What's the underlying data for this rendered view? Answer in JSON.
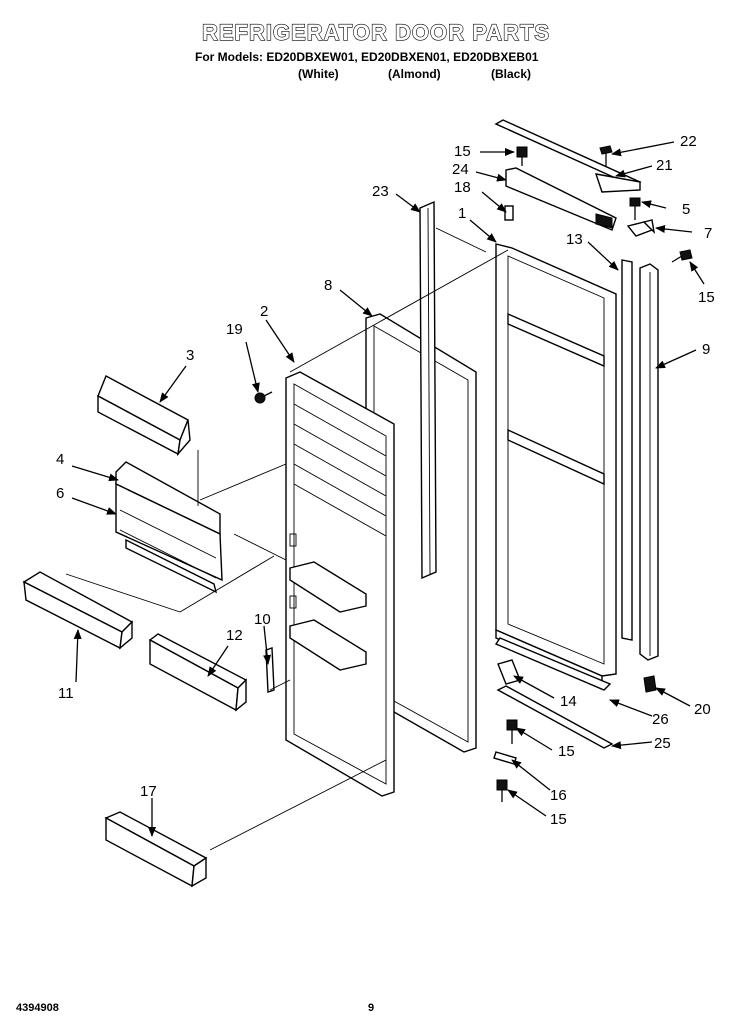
{
  "header": {
    "title": "REFRIGERATOR DOOR PARTS",
    "models_line": "For Models: ED20DBXEW01, ED20DBXEN01, ED20DBXEB01",
    "colors": [
      "(White)",
      "(Almond)",
      "(Black)"
    ]
  },
  "footer": {
    "doc_number": "4394908",
    "page_number": "9"
  },
  "callouts": {
    "c1": "1",
    "c2": "2",
    "c3": "3",
    "c4": "4",
    "c5": "5",
    "c6": "6",
    "c7": "7",
    "c8": "8",
    "c9": "9",
    "c10": "10",
    "c11": "11",
    "c12": "12",
    "c13": "13",
    "c14": "14",
    "c15a": "15",
    "c15b": "15",
    "c15c": "15",
    "c15d": "15",
    "c16": "16",
    "c17": "17",
    "c18": "18",
    "c19": "19",
    "c20": "20",
    "c21": "21",
    "c22": "22",
    "c23": "23",
    "c24": "24",
    "c25": "25",
    "c26": "26"
  }
}
